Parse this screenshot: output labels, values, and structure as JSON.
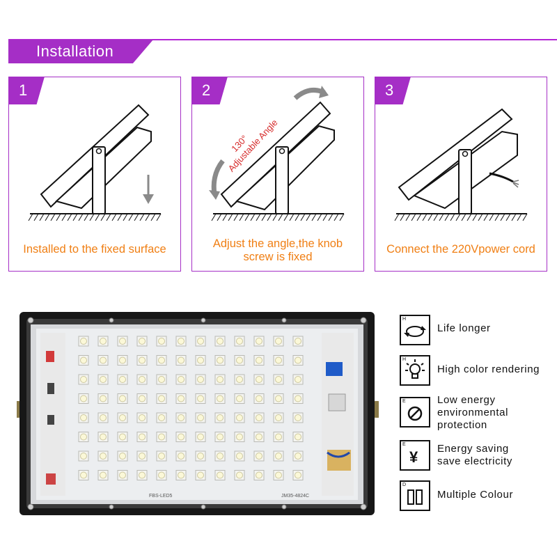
{
  "header": {
    "title": "Installation"
  },
  "steps": [
    {
      "number": "1",
      "caption": "Installed to the fixed surface"
    },
    {
      "number": "2",
      "caption_line1": "Adjust the angle,the knob",
      "caption_line2": "screw is fixed",
      "angle_value": "130°",
      "angle_label": "Adjustable Angle"
    },
    {
      "number": "3",
      "caption": "Connect the 220Vpower cord"
    }
  ],
  "board": {
    "left_label": "FBS-LED5",
    "right_label": "JM35-4824C"
  },
  "features": [
    {
      "letter": "H",
      "icon": "rotate-arrows-icon",
      "label": "Life longer"
    },
    {
      "letter": "H",
      "icon": "light-bulb-icon",
      "label": "High color rendering"
    },
    {
      "letter": "E",
      "icon": "no-symbol-icon",
      "line1": "Low energy",
      "line2": "environmental",
      "line3": "protection"
    },
    {
      "letter": "E",
      "icon": "yen-icon",
      "line1": "Energy saving",
      "line2": "save electricity"
    },
    {
      "letter": "D",
      "icon": "double-rect-icon",
      "label": "Multiple Colour"
    }
  ],
  "colors": {
    "accent": "#a52ec6",
    "caption": "#f07f14",
    "arrow": "#8a8a8a"
  }
}
